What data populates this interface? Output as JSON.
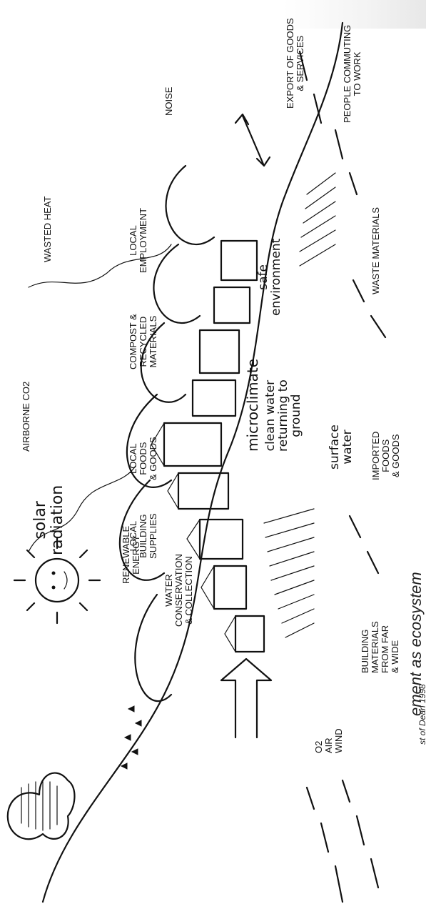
{
  "caption": {
    "title": "ement as ecosystem",
    "credit": "st of Dean 1998"
  },
  "labels": {
    "o2_air_wind": [
      "O2",
      "AIR",
      "WIND"
    ],
    "water_conservation": [
      "WATER",
      "CONSERVATION",
      "& COLLECTION"
    ],
    "renewable_energy": [
      "RENEWABLE",
      "ENERGY"
    ],
    "solar_radiation": [
      "solar",
      "radiation"
    ],
    "local_building_supplies": [
      "LOCAL",
      "BUILDING",
      "SUPPLIES"
    ],
    "local_foods_goods": [
      "LOCAL",
      "FOODS",
      "& GOODS"
    ],
    "airborne_co2": "AIRBORNE CO2",
    "compost_recycled": [
      "COMPOST &",
      "RECYCLED",
      "MATERIALS"
    ],
    "local_employment": [
      "LOCAL",
      "EMPLOYMENT"
    ],
    "wasted_heat": "WASTED HEAT",
    "noise": "NOISE",
    "export_goods": [
      "EXPORT OF GOODS",
      "& SERVICES"
    ],
    "people_commuting": [
      "PEOPLE COMMUTING",
      "TO WORK"
    ],
    "waste_materials": "WASTE MATERIALS",
    "safe_environment": [
      "safe",
      "environment"
    ],
    "clean_water": [
      "clean water",
      "returning to",
      "ground"
    ],
    "surface_water": [
      "surface",
      "water"
    ],
    "microclimate": "microclimate",
    "imported_foods": [
      "IMPORTED",
      "FOODS",
      "& GOODS"
    ],
    "building_materials": [
      "BUILDING",
      "MATERIALS",
      "FROM FAR",
      "& WIDE"
    ]
  }
}
